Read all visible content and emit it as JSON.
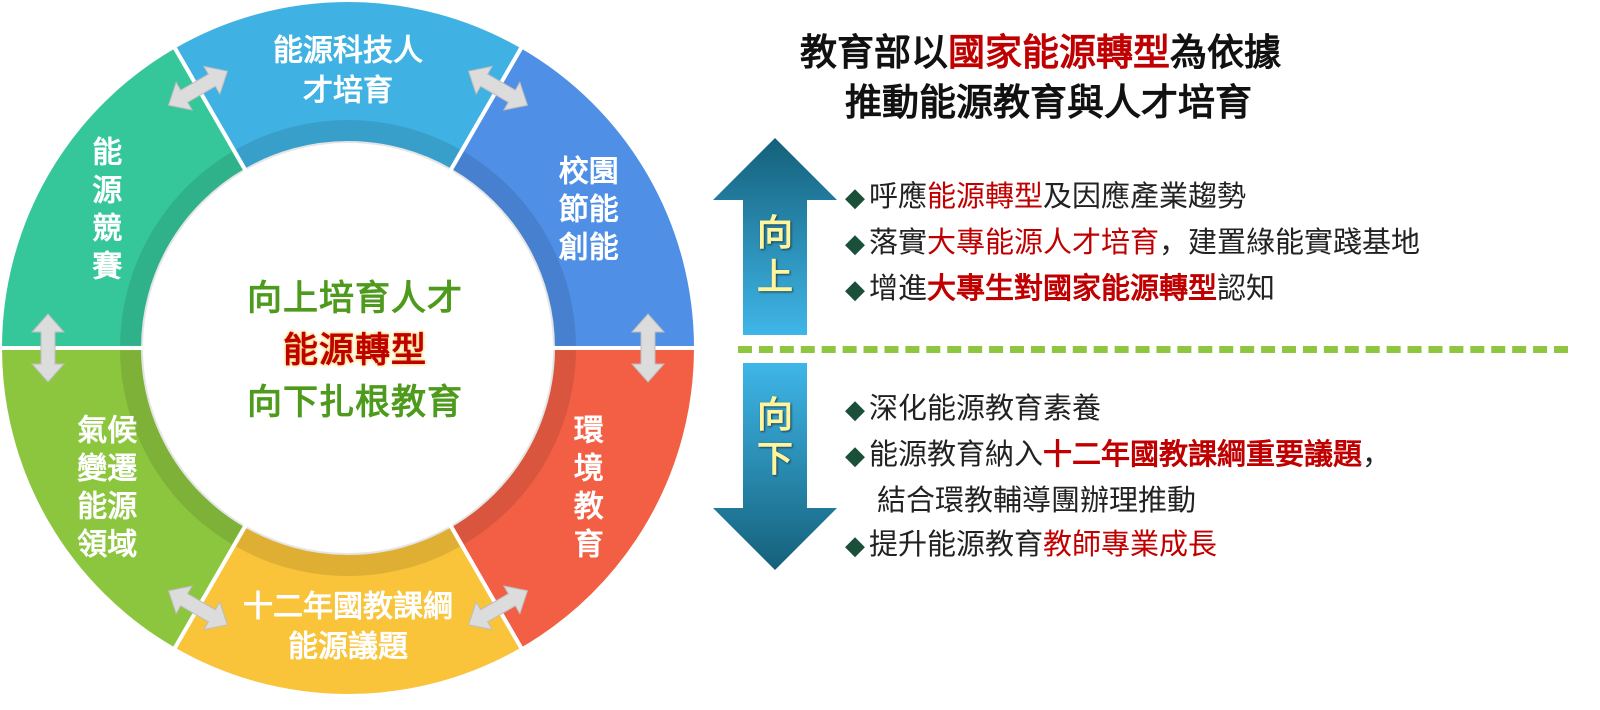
{
  "ring": {
    "segments": [
      {
        "id": "energy-tech",
        "lines": [
          "能源科技人",
          "才培育"
        ],
        "color": "#3fb2e3"
      },
      {
        "id": "campus",
        "lines": [
          "校園",
          "節能",
          "創能"
        ],
        "color": "#4f8fe6"
      },
      {
        "id": "environment",
        "lines": [
          "環",
          "境",
          "教",
          "育"
        ],
        "color": "#f25f45"
      },
      {
        "id": "curriculum",
        "lines": [
          "十二年國教課綱",
          "能源議題"
        ],
        "color": "#f9c33a"
      },
      {
        "id": "climate",
        "lines": [
          "氣候",
          "變遷",
          "能源",
          "領域"
        ],
        "color": "#8cc63f"
      },
      {
        "id": "competition",
        "lines": [
          "能",
          "源",
          "競",
          "賽"
        ],
        "color": "#35c79a"
      }
    ],
    "curriculum_highlight_color": "#c00000",
    "center": {
      "line1": "向上培育人才",
      "line2": "能源轉型",
      "line3": "向下扎根教育",
      "color_green": "#4d9a1c",
      "color_red": "#c00000"
    }
  },
  "title": {
    "line1_prefix": "教育部以",
    "line1_highlight": "國家能源轉型",
    "line1_suffix": "為依據",
    "line2": "推動能源教育與人才培育"
  },
  "up": {
    "arrow_label_1": "向",
    "arrow_label_2": "上",
    "bullets": [
      {
        "diamond": "◆",
        "pre": "呼應",
        "hl": "能源轉型",
        "post": "及因應產業趨勢"
      },
      {
        "diamond": "◆",
        "pre": "落實",
        "hl": "大專能源人才培育",
        "post": "，建置綠能實踐基地"
      },
      {
        "diamond": "◆",
        "pre": "增進",
        "hl": "大專生對國家能源轉型",
        "post": "認知"
      }
    ]
  },
  "down": {
    "arrow_label_1": "向",
    "arrow_label_2": "下",
    "bullets": [
      {
        "diamond": "◆",
        "text": "深化能源教育素養"
      },
      {
        "diamond": "◆",
        "pre": "能源教育納入",
        "hl": "十二年國教課綱重要議題",
        "post": "，",
        "cont": "結合環教輔導團辦理推動"
      },
      {
        "diamond": "◆",
        "pre": "提升能源教育",
        "hl": "教師專業成長"
      }
    ]
  },
  "colors": {
    "divider": "#8ec63f",
    "arrow_dark": "#14607a",
    "arrow_light": "#3fb6e8",
    "gray_arrow": "#dcdcdc"
  }
}
